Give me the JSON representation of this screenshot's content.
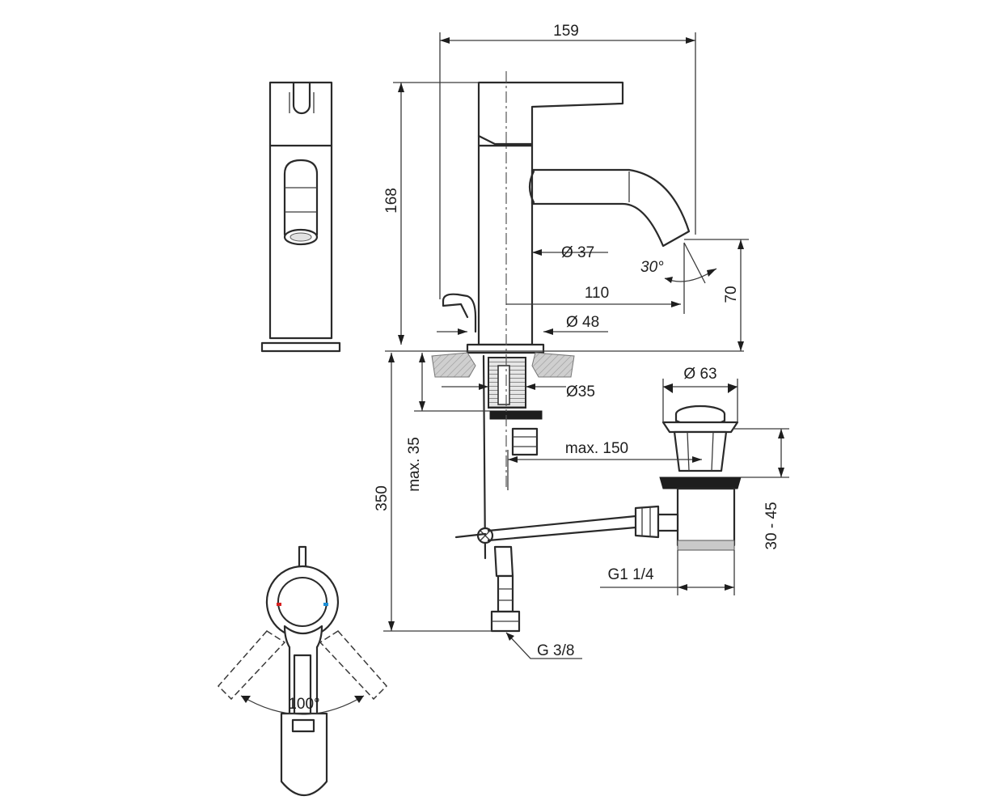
{
  "dimensions": {
    "width_total": "159",
    "height_total": "168",
    "spout_height": "70",
    "spout_reach": "110",
    "body_diameter": "Ø 37",
    "base_diameter": "Ø 48",
    "spout_angle": "30°",
    "hole_diameter": "Ø35",
    "max_deck": "max. 35",
    "hose_length": "350",
    "rod_reach": "max. 150",
    "waste_diameter": "Ø 63",
    "waste_range": "30 - 45",
    "waste_thread": "G1 1/4",
    "supply_thread": "G 3/8",
    "handle_rotation": "100°"
  },
  "colors": {
    "line": "#2a2a2a",
    "hot_mark": "#d62020",
    "cold_mark": "#1c8fd6",
    "fill_grey": "#c9c9c9"
  }
}
